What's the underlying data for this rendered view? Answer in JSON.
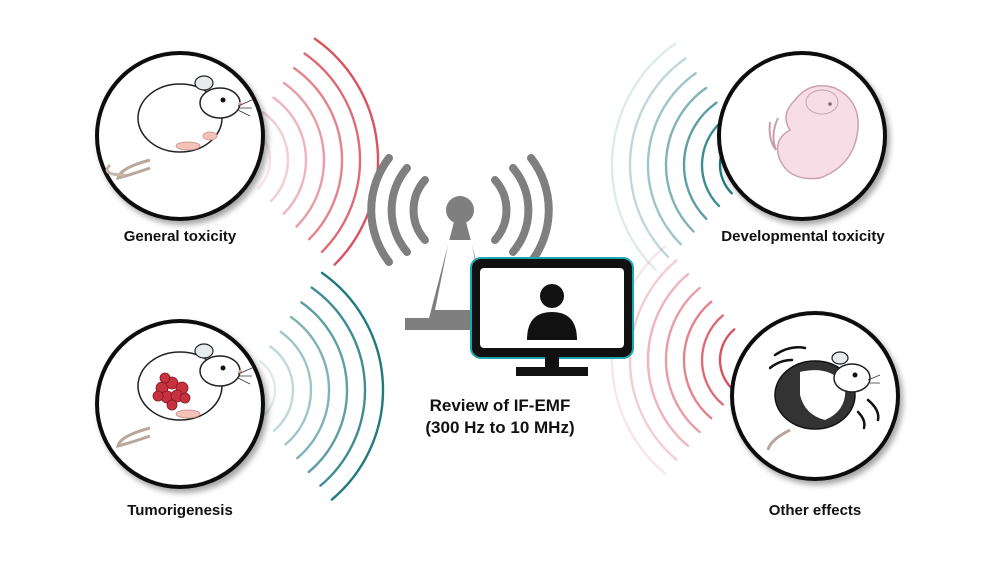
{
  "panels": {
    "general_toxicity": {
      "label": "General toxicity",
      "icon": "mouse-icon"
    },
    "developmental_toxicity": {
      "label": "Developmental toxicity",
      "icon": "mouse-embryo-icon"
    },
    "tumorigenesis": {
      "label": "Tumorigenesis",
      "icon": "mouse-with-tumor-icon"
    },
    "other_effects": {
      "label": "Other effects",
      "icon": "shaking-mouse-icon"
    }
  },
  "center": {
    "title_line1": "Review of IF-EMF",
    "title_line2": "(300 Hz to 10 MHz)",
    "icons": [
      "radio-tower-icon",
      "monitor-person-icon"
    ]
  },
  "colors": {
    "red_wave": "#d9535f",
    "teal_wave": "#1f7a82",
    "tower_gray": "#7f7f7f",
    "monitor_border": "#19a7b0",
    "circle_border": "#111111"
  }
}
